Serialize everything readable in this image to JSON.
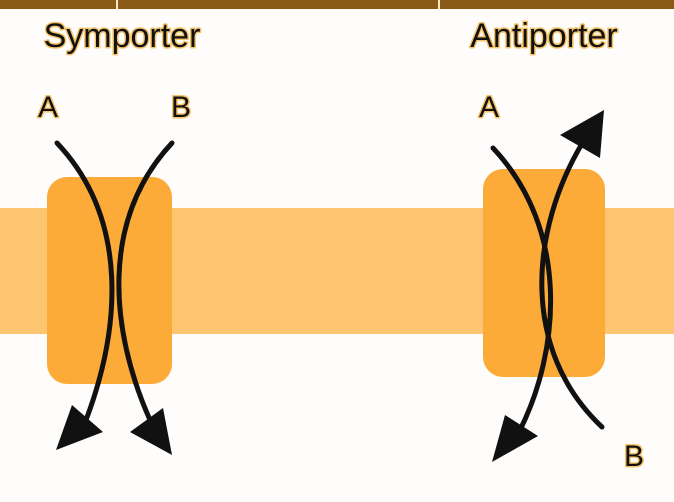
{
  "colors": {
    "membrane": "#fec570",
    "protein": "#fdab38",
    "arrow": "#111111",
    "text_halo": "#f5c46a",
    "top_bar": "#8a5a16",
    "background": "#fffdfb"
  },
  "symporter": {
    "title": "Symporter",
    "label_a": "A",
    "label_b": "B"
  },
  "antiporter": {
    "title": "Antiporter",
    "label_a": "A",
    "label_b": "B"
  }
}
